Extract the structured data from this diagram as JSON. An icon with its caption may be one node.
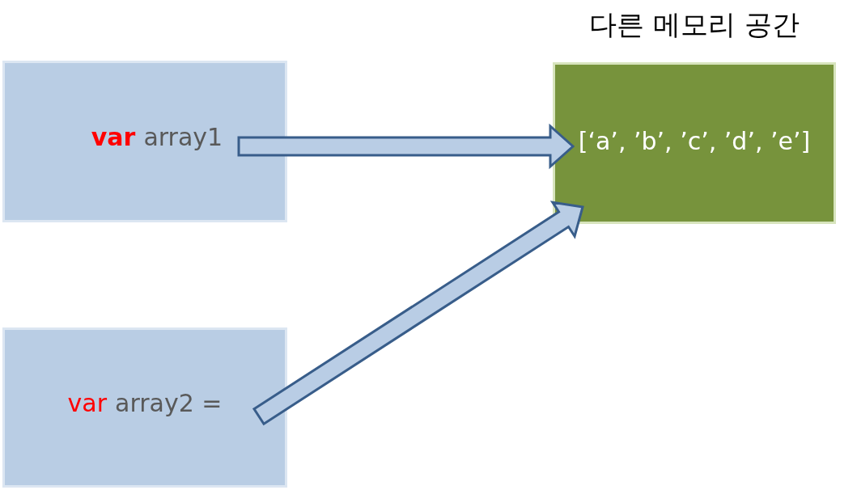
{
  "diagram": {
    "nodes": [
      {
        "text": [
          "**var**",
          "array1"
        ]
      },
      {
        "text": [
          "var",
          "array2 ="
        ]
      },
      {
        "text": [
          "다른 메모리 공간",
          "[‘a’, ’b’, ’c’, ’d’, ’e’]"
        ]
      }
    ],
    "edges": [
      {
        "from": 0,
        "to": 2,
        "arrow": "to"
      },
      {
        "from": 1,
        "to": 2,
        "arrow": "to"
      }
    ]
  }
}
